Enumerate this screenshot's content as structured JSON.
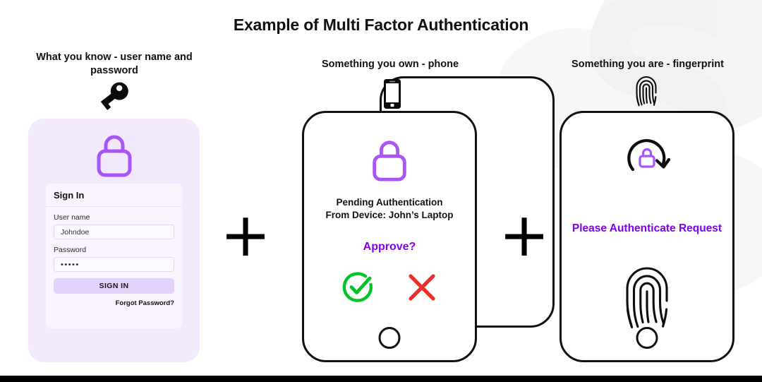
{
  "title": "Example of Multi Factor Authentication",
  "separators": {
    "plus": "+"
  },
  "columns": [
    {
      "caption": "What you know - user name and password",
      "header_icon": "key-icon"
    },
    {
      "caption": "Something you own - phone",
      "header_icon": "phone-icon"
    },
    {
      "caption": "Something you are - fingerprint",
      "header_icon": "fingerprint-icon"
    }
  ],
  "login_card": {
    "lock_icon": "padlock-icon",
    "form_title": "Sign In",
    "username_label": "User name",
    "username_value": "Johndoe",
    "username_placeholder": "User name",
    "password_label": "Password",
    "password_value": "•••••",
    "password_placeholder": "Password",
    "submit_label": "SIGN IN",
    "forgot_label": "Forgot Password?"
  },
  "phone_mid": {
    "lock_icon": "padlock-icon",
    "line1": "Pending Authentication",
    "line2": "From Device: John’s Laptop",
    "prompt": "Approve?",
    "approve_icon": "check-circle-icon",
    "deny_icon": "cross-icon",
    "home_button": "home-button"
  },
  "phone_right": {
    "lock_refresh_icon": "lock-refresh-icon",
    "message": "Please Authenticate Request",
    "fingerprint_icon": "fingerprint-icon",
    "home_button": "home-button"
  },
  "watermark": {
    "letter": "S"
  },
  "colors": {
    "accent_purple": "#8000f0",
    "lock_purple": "#a855f7",
    "card_bg": "#f2e9fd",
    "form_bg": "#f9f4fe",
    "button_bg": "#e3d2fa",
    "approve_green": "#00c424",
    "deny_red": "#e8302a",
    "text_dark": "#111111",
    "bottom_bar": "#000000"
  }
}
